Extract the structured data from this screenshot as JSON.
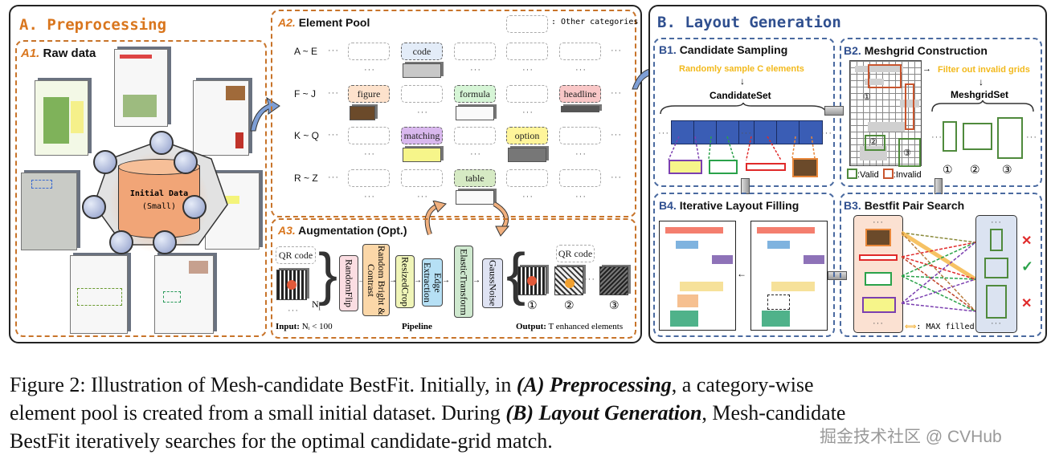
{
  "section_a": {
    "title": "A. Preprocessing",
    "a1": {
      "tag": "A1.",
      "title": "Raw data",
      "center_label": "Initial Data",
      "center_sub": "(Small)"
    },
    "a2": {
      "tag": "A2.",
      "title": "Element Pool",
      "legend": ": Other categories",
      "rows": [
        {
          "label": "A ~ E",
          "cells": [
            "",
            "code",
            "",
            "",
            ""
          ]
        },
        {
          "label": "F ~ J",
          "cells": [
            "figure",
            "",
            "formula",
            "",
            "headline"
          ]
        },
        {
          "label": "K ~ Q",
          "cells": [
            "",
            "matching",
            "",
            "option",
            ""
          ]
        },
        {
          "label": "R ~ Z",
          "cells": [
            "",
            "",
            "table",
            "",
            ""
          ]
        }
      ],
      "ellipsis": "···",
      "colors": {
        "code": "#e3ecf8",
        "figure": "#fde2cc",
        "formula": "#d6f5d6",
        "headline": "#f9c7c7",
        "matching": "#d9b8ee",
        "option": "#fff59a",
        "table": "#d6eac4"
      }
    },
    "a3": {
      "tag": "A3.",
      "title": "Augmentation (Opt.)",
      "input_chip": "QR code",
      "input_count": "N",
      "input_label_bold": "Input:",
      "input_label_rest": " Nᵢ < 100",
      "pipeline_label": "Pipeline",
      "steps": [
        "RandomFlip",
        "Random Bright & Contrast",
        "ResizedCrop",
        "Edge Extraction",
        "ElasticTransform",
        "GaussNoise"
      ],
      "step_colors": [
        "#fbdde2",
        "#fbd7a8",
        "#f0f5b8",
        "#b6e0f5",
        "#cfe9cf",
        "#dfe3f3"
      ],
      "output_chip": "QR code",
      "output_marks": [
        "①",
        "②",
        "③"
      ],
      "output_label_bold": "Output:",
      "output_label_rest": " T enhanced elements"
    }
  },
  "section_b": {
    "title": "B. Layout Generation",
    "b1": {
      "tag": "B1.",
      "title": "Candidate Sampling",
      "note": "Randomly sample C elements",
      "set_label": "CandidateSet"
    },
    "b2": {
      "tag": "B2.",
      "title": "Meshgrid Construction",
      "note": "Filter out invalid grids",
      "set_label": "MeshgridSet",
      "marks": [
        "①",
        "②",
        "③"
      ],
      "legend_valid": ":Valid",
      "legend_invalid": ":Invalid"
    },
    "b3": {
      "tag": "B3.",
      "title": "Bestfit Pair Search",
      "legend": ": MAX filled",
      "results": [
        "✕",
        "✓",
        "✕"
      ]
    },
    "b4": {
      "tag": "B4.",
      "title": "Iterative Layout Filling"
    }
  },
  "caption": {
    "line1_a": "Figure 2:  Illustration of Mesh-candidate BestFit.  Initially, in ",
    "line1_b": "(A) Preprocessing",
    "line1_c": ", a category-wise",
    "line2_a": "element pool is created from a small initial dataset. During ",
    "line2_b": "(B) Layout Generation",
    "line2_c": ", Mesh-candidate",
    "line3": "BestFit iteratively searches for the optimal candidate-grid match."
  },
  "watermark": "掘金技术社区 @ CVHub"
}
